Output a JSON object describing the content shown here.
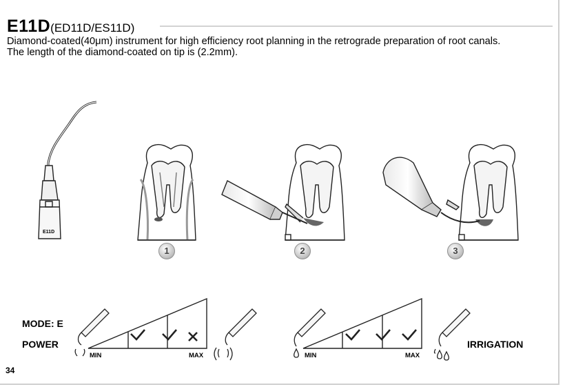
{
  "header": {
    "code": "E11D",
    "variants": "(ED11D/ES11D)",
    "description": "Diamond-coated(40μm) instrument for high efficiency root planning in the retrograde preparation of root canals. The length of the diamond-coated on tip is (2.2mm)."
  },
  "instrument": {
    "tip_label": "E11D"
  },
  "steps": [
    "1",
    "2",
    "3"
  ],
  "power_chart": {
    "mode_label": "MODE: E",
    "power_label": "POWER",
    "min_label": "MIN",
    "max_label": "MAX",
    "marks": [
      "check-icon",
      "check-icon",
      "cross-icon"
    ]
  },
  "irrigation_chart": {
    "label": "IRRIGATION",
    "min_label": "MIN",
    "max_label": "MAX",
    "marks": [
      "check-icon",
      "check-icon",
      "check-icon"
    ]
  },
  "footer": {
    "page_number": "34"
  }
}
